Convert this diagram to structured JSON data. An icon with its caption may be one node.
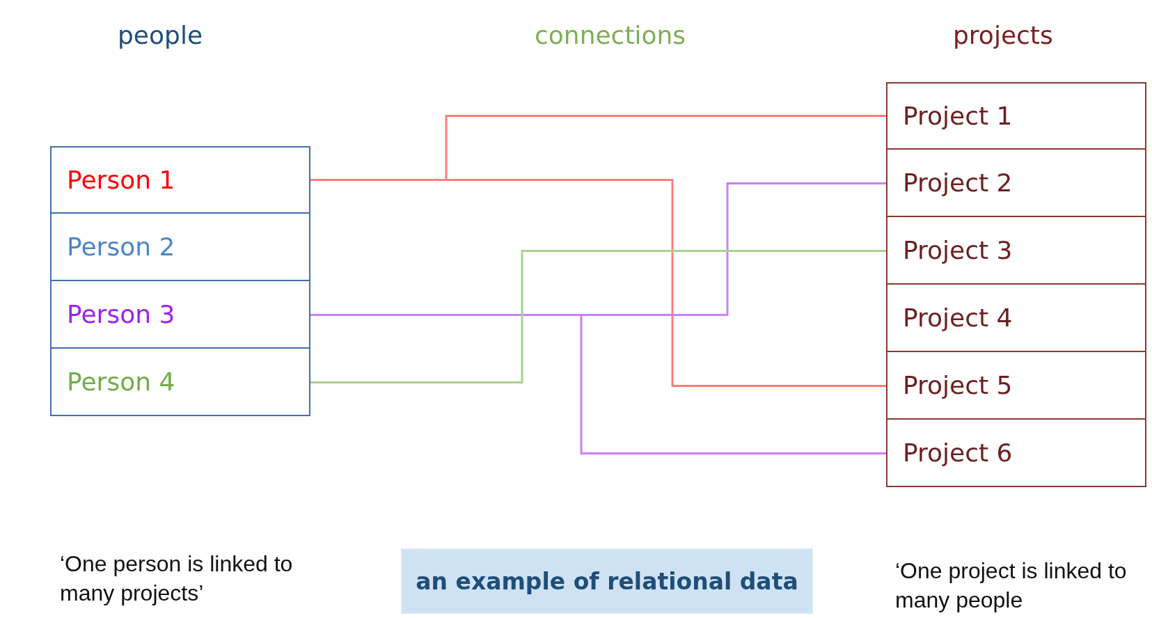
{
  "diagram": {
    "nodes": [
      {
        "text": [
          "people"
        ]
      },
      {
        "text": [
          "Person 1"
        ],
        "in": 0
      },
      {
        "text": [
          "Person 2"
        ],
        "in": 0
      },
      {
        "text": [
          "Person 3"
        ],
        "in": 0
      },
      {
        "text": [
          "Person 4"
        ],
        "in": 0
      },
      {
        "text": [
          "projects"
        ]
      },
      {
        "text": [
          "Project 1"
        ],
        "in": 5
      },
      {
        "text": [
          "Project 2"
        ],
        "in": 5
      },
      {
        "text": [
          "Project 3"
        ],
        "in": 5
      },
      {
        "text": [
          "Project 4"
        ],
        "in": 5
      },
      {
        "text": [
          "Project 5"
        ],
        "in": 5
      },
      {
        "text": [
          "Project 6"
        ],
        "in": 5
      },
      {
        "text": [
          "an example of relational data"
        ]
      }
    ],
    "edges": [
      {
        "from": 1,
        "to": 6,
        "arrow": "none",
        "color": "#ff7c7c"
      },
      {
        "from": 1,
        "to": 10,
        "arrow": "none",
        "color": "#ff7c7c"
      },
      {
        "from": 3,
        "to": 7,
        "arrow": "none",
        "color": "#cc7ff5"
      },
      {
        "from": 3,
        "to": 11,
        "arrow": "none",
        "color": "#cc7ff5"
      },
      {
        "from": 4,
        "to": 8,
        "arrow": "none",
        "color": "#a9d18e"
      }
    ],
    "labels": [
      "connections",
      "‘One person is linked to many projects’",
      "‘One project is linked to many people"
    ]
  }
}
